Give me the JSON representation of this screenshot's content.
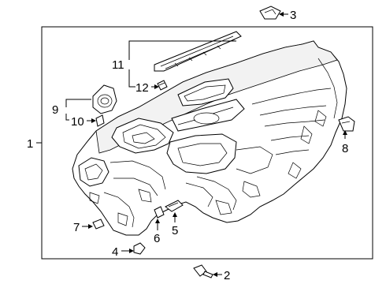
{
  "callouts": {
    "c1": "1",
    "c2": "2",
    "c3": "3",
    "c4": "4",
    "c5": "5",
    "c6": "6",
    "c7": "7",
    "c8": "8",
    "c9": "9",
    "c10": "10",
    "c11": "11",
    "c12": "12"
  },
  "colors": {
    "line": "#000000",
    "background": "#ffffff",
    "part_fill": "#ffffff",
    "shade_fill": "#f2f2f2"
  }
}
